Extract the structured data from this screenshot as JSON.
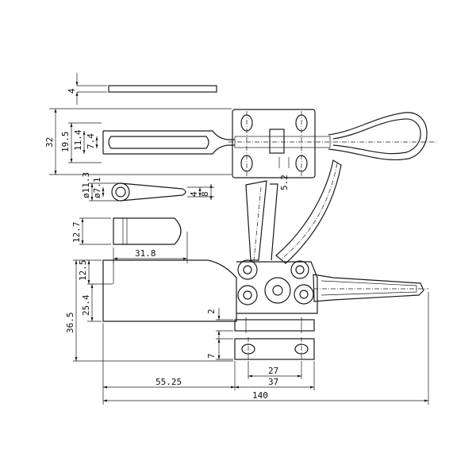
{
  "dimensions": {
    "d_4": "4",
    "d_32": "32",
    "d_19_5": "19.5",
    "d_11_4": "11.4",
    "d_7_4": "7.4",
    "d_5_2": "5.2",
    "d_11_3": "ø11.3",
    "d_7_1": "ø7.1",
    "d_4_slot": "4",
    "d_8": "8",
    "d_12_7": "12.7",
    "d_31_8": "31.8",
    "d_12_5": "12.5",
    "d_25_4": "25.4",
    "d_36_5": "36.5",
    "d_2": "2",
    "d_7": "7",
    "d_27": "27",
    "d_37": "37",
    "d_55_25": "55.25",
    "d_140": "140"
  }
}
